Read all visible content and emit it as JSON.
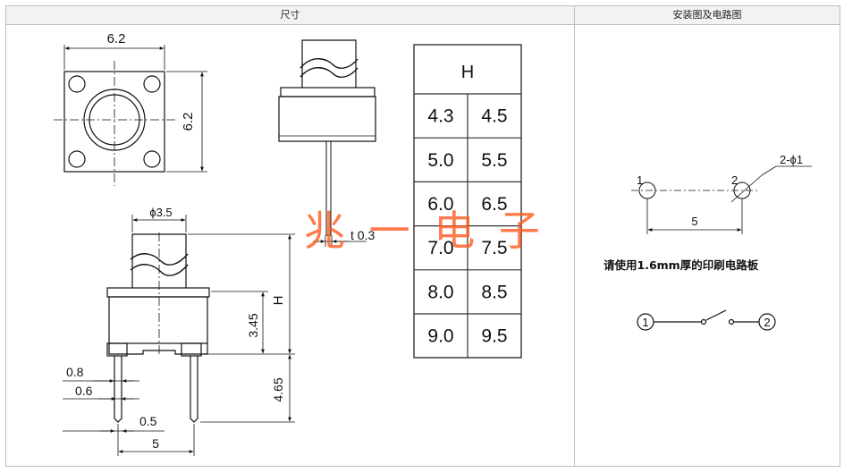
{
  "headers": {
    "left": "尺寸",
    "right": "安装图及电路图"
  },
  "top_view": {
    "width_label": "6.2",
    "height_label": "6.2"
  },
  "side_view": {
    "thickness_label": "t 0.3"
  },
  "front_view": {
    "diameter_label": "ϕ3.5",
    "h_label": "H",
    "body_height_label": "3.45",
    "pin_length_label": "4.65",
    "pin_width_outer_label": "0.8",
    "pin_width_inner_label": "0.6",
    "pin_gap_label": "0.5",
    "pin_pitch_label": "5"
  },
  "height_table": {
    "header": "H",
    "rows": [
      [
        "4.3",
        "4.5"
      ],
      [
        "5.0",
        "5.5"
      ],
      [
        "6.0",
        "6.5"
      ],
      [
        "7.0",
        "7.5"
      ],
      [
        "8.0",
        "8.5"
      ],
      [
        "9.0",
        "9.5"
      ]
    ]
  },
  "watermark": "兆 一 电 子",
  "mounting": {
    "pin1_label": "1",
    "pin2_label": "2",
    "hole_label": "2-ϕ1",
    "pitch_label": "5",
    "note": "请使用1.6mm厚的印刷电路板"
  },
  "circuit": {
    "terminal1": "1",
    "terminal2": "2"
  }
}
